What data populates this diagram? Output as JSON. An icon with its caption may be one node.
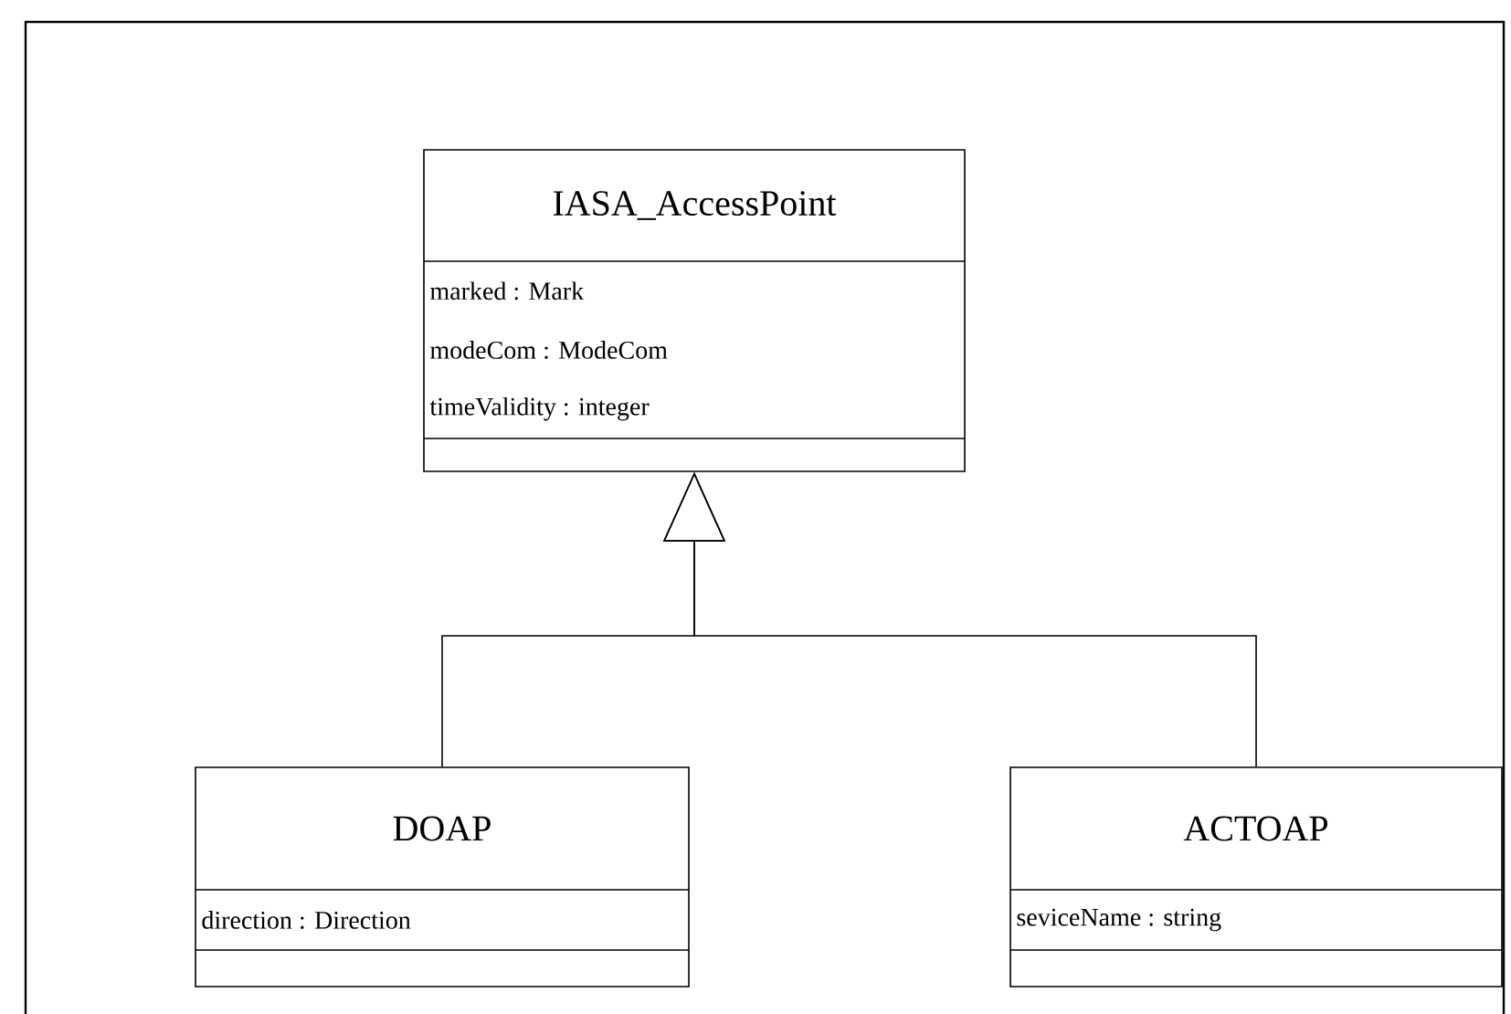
{
  "diagram": {
    "nodes": [
      {
        "text": [
          "IASA_AccessPoint",
          "marked : Mark",
          "modeCom : ModeCom",
          "timeValidity : integer"
        ]
      },
      {
        "text": [
          "DOAP",
          "direction : Direction"
        ]
      },
      {
        "text": [
          "ACTOAP",
          "seviceName : string"
        ]
      }
    ],
    "edges": [
      {
        "from": 1,
        "to": 0,
        "arrow": "to"
      },
      {
        "from": 2,
        "to": 0,
        "arrow": "to"
      }
    ]
  }
}
